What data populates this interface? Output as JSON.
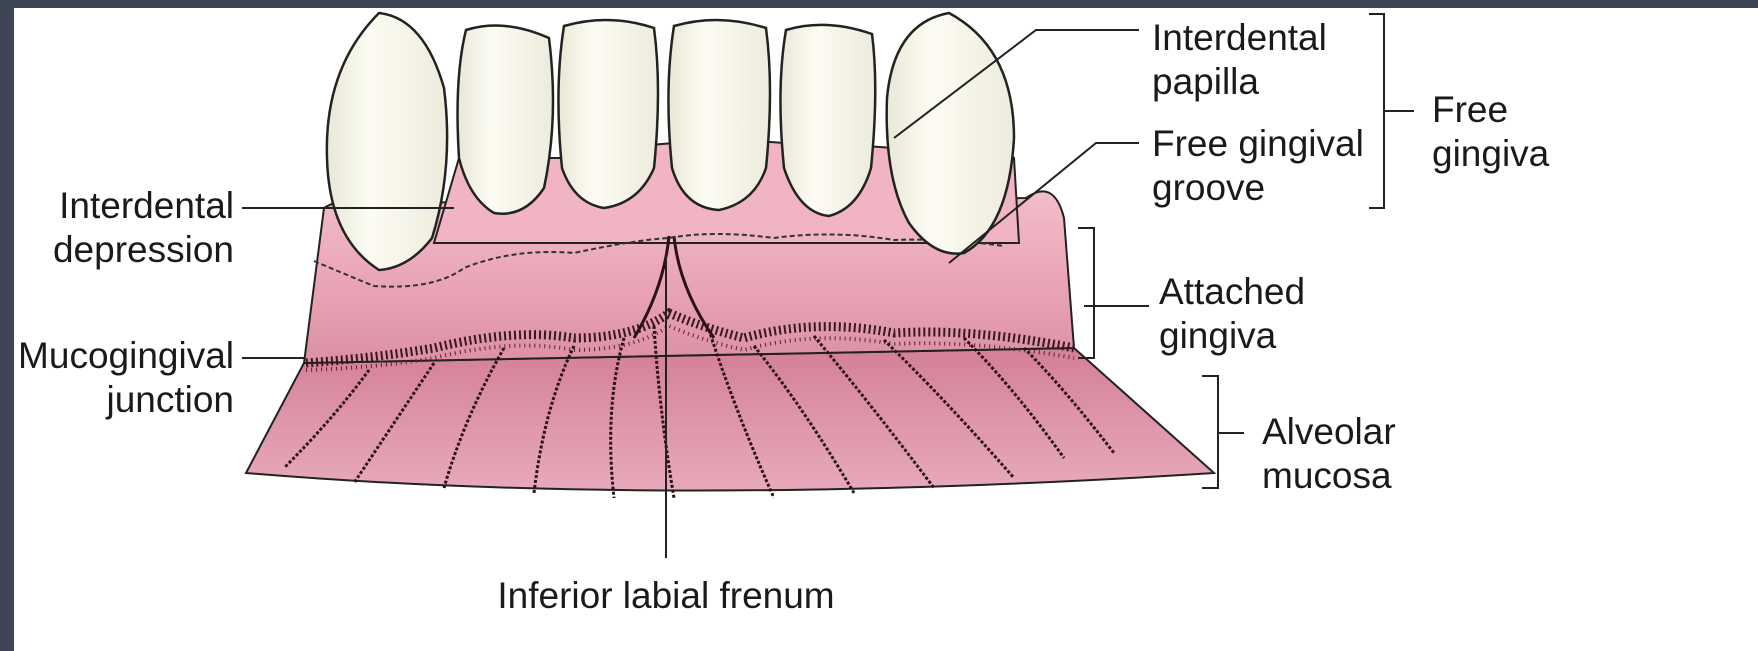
{
  "labels": {
    "interdental_papilla": [
      "Interdental",
      "papilla"
    ],
    "free_gingival_groove": [
      "Free gingival",
      "groove"
    ],
    "free_gingiva": [
      "Free",
      "gingiva"
    ],
    "interdental_depression": [
      "Interdental",
      "depression"
    ],
    "attached_gingiva": [
      "Attached",
      "gingiva"
    ],
    "mucogingival_junction": [
      "Mucogingival",
      "junction"
    ],
    "alveolar_mucosa": [
      "Alveolar",
      "mucosa"
    ],
    "inferior_labial_frenum": "Inferior labial frenum"
  },
  "colors": {
    "gingiva": "#e9a8b8",
    "mucosa": "#d98aa0",
    "tooth": "#fbfaf0",
    "frame": "#3c4656"
  }
}
